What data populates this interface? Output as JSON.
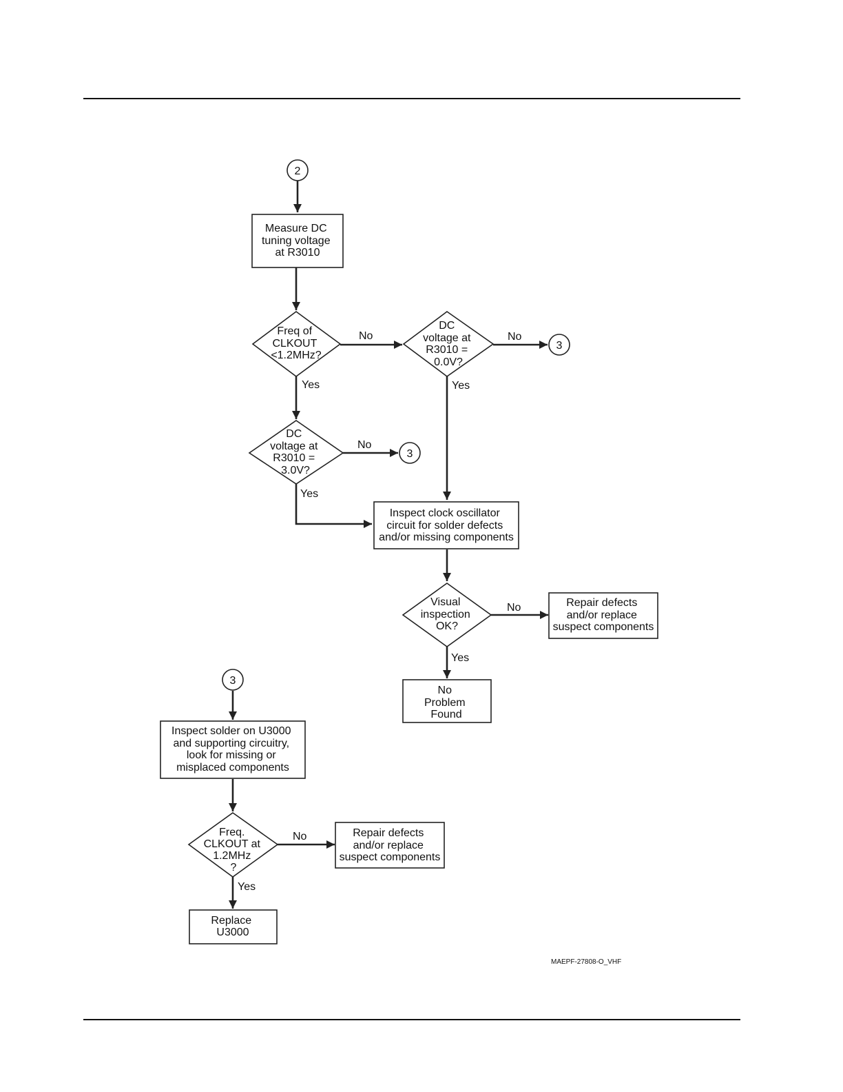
{
  "connectors": {
    "c2": "2",
    "c3a": "3",
    "c3b": "3",
    "c3c": "3"
  },
  "nodes": {
    "measure_dc": [
      "Measure DC",
      "tuning voltage",
      "at R3010"
    ],
    "freq_clkout": [
      "Freq of",
      "CLKOUT",
      "<1.2MHz?"
    ],
    "dc_0v": [
      "DC",
      "voltage at",
      "R3010 =",
      "0.0V?"
    ],
    "dc_3v": [
      "DC",
      "voltage at",
      "R3010 =",
      "3.0V?"
    ],
    "inspect_clock": [
      "Inspect clock oscillator",
      "circuit for solder defects",
      "and/or missing components"
    ],
    "visual_ok": [
      "Visual",
      "inspection",
      "OK?"
    ],
    "repair_1": [
      "Repair defects",
      "and/or replace",
      "suspect components"
    ],
    "no_problem": [
      "No",
      "Problem",
      "Found"
    ],
    "inspect_solder": [
      "Inspect solder on U3000",
      "and supporting circuitry,",
      "look for missing or",
      "misplaced components"
    ],
    "freq_12": [
      "Freq.",
      "CLKOUT at",
      "1.2MHz",
      "?"
    ],
    "repair_2": [
      "Repair defects",
      "and/or replace",
      "suspect components"
    ],
    "replace_u3000": [
      "Replace",
      "U3000"
    ]
  },
  "edge_labels": {
    "no_1": "No",
    "yes_1": "Yes",
    "no_2": "No",
    "yes_2": "Yes",
    "no_3": "No",
    "yes_3": "Yes",
    "no_4": "No",
    "yes_4": "Yes",
    "no_5": "No",
    "yes_5": "Yes"
  },
  "figure_code": "MAEPF-27808-O_VHF"
}
